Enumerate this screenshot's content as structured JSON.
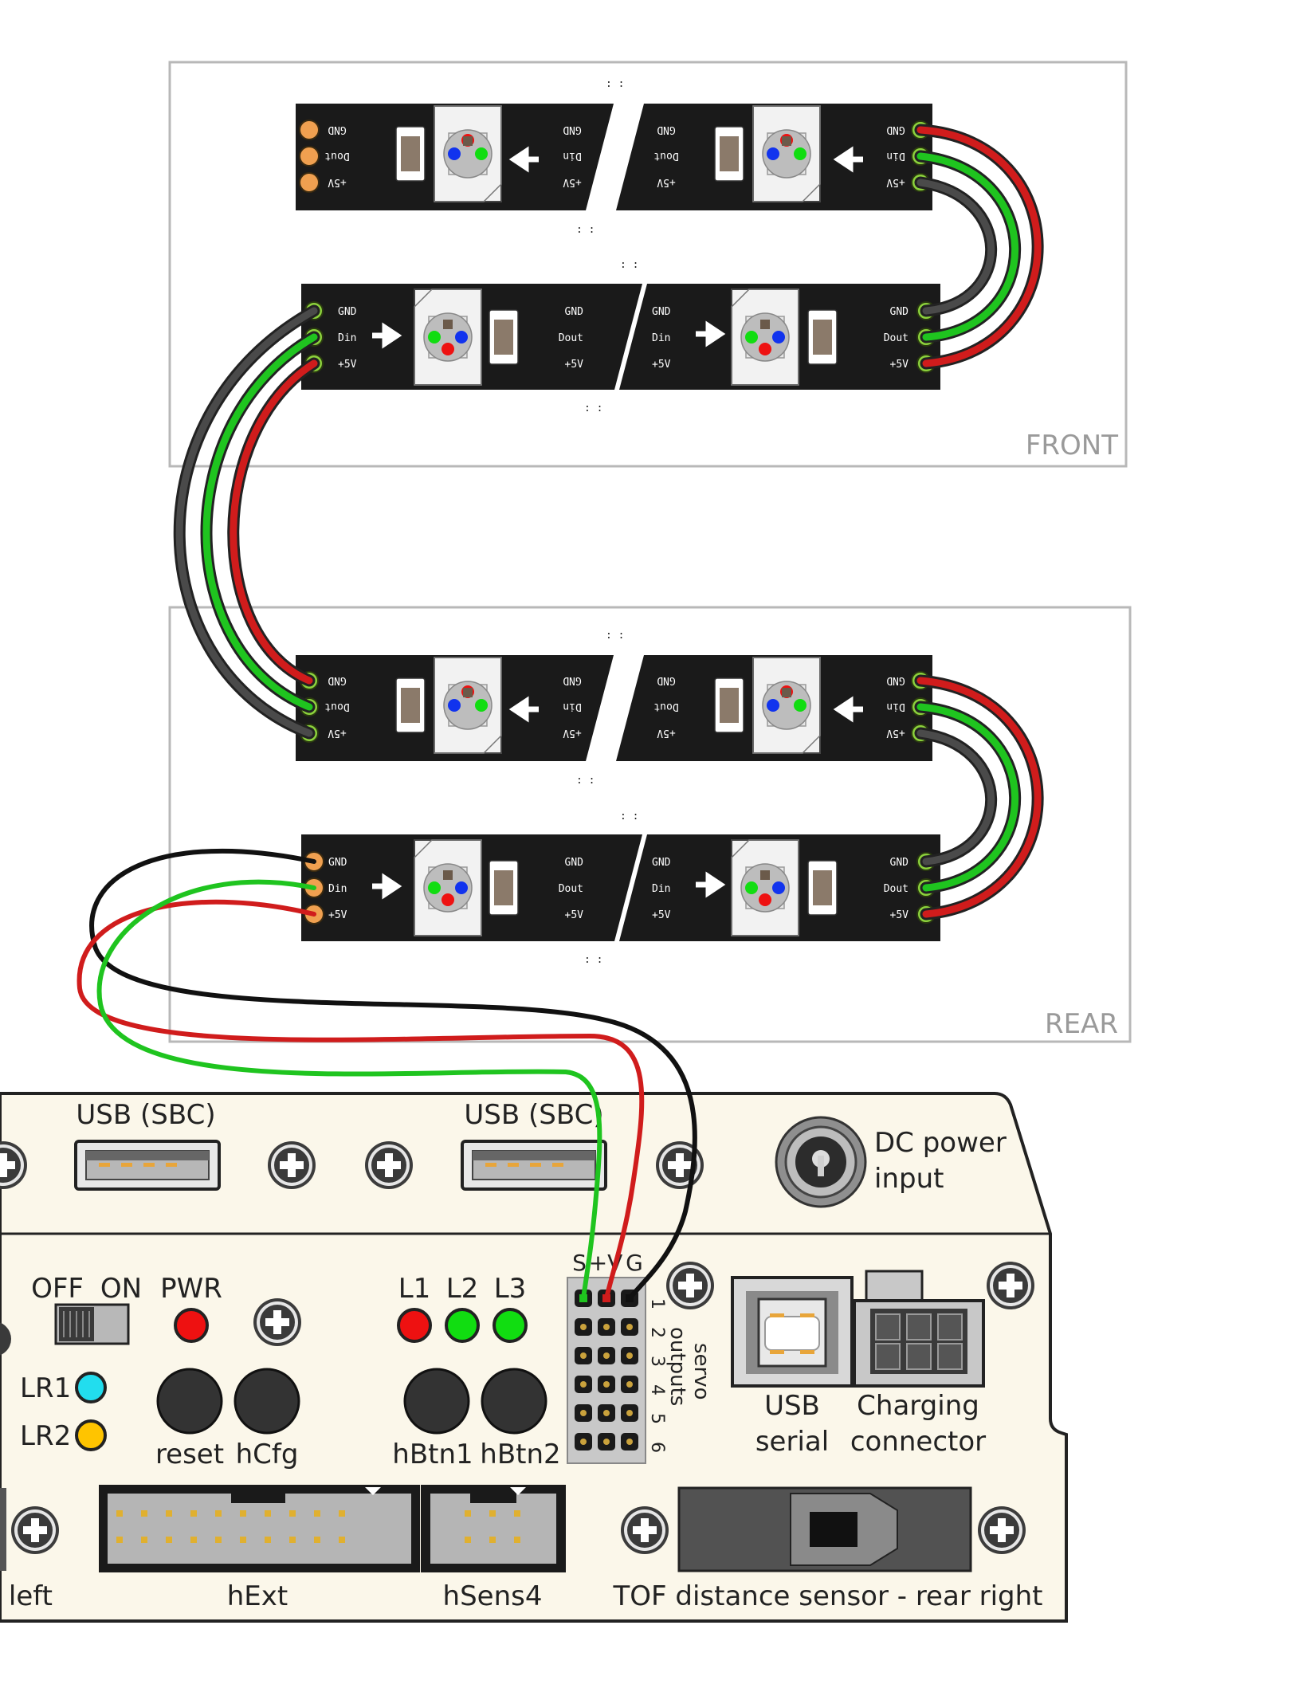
{
  "areas": {
    "front": "FRONT",
    "rear": "REAR"
  },
  "strip_pins": {
    "gnd": "GND",
    "din": "Din",
    "dout": "Dout",
    "v5": "+5V"
  },
  "board": {
    "usb1": "USB (SBC)",
    "usb2": "USB (SBC)",
    "dc_line1": "DC power",
    "dc_line2": "input",
    "off": "OFF",
    "on": "ON",
    "pwr": "PWR",
    "l1": "L1",
    "l2": "L2",
    "l3": "L3",
    "lr1": "LR1",
    "lr2": "LR2",
    "reset": "reset",
    "hcfg": "hCfg",
    "hbtn1": "hBtn1",
    "hbtn2": "hBtn2",
    "servo_s": "S",
    "servo_v": "+V",
    "servo_g": "G",
    "servo_nums": [
      "1",
      "2",
      "3",
      "4",
      "5",
      "6"
    ],
    "servo_line1": "servo",
    "servo_line2": "outputs",
    "usb_serial_1": "USB",
    "usb_serial_2": "serial",
    "charging_1": "Charging",
    "charging_2": "connector",
    "rear_left": "r left",
    "hext": "hExt",
    "hsens4": "hSens4",
    "tof": "TOF distance sensor - rear right"
  },
  "colors": {
    "wire_red": "#d01c1c",
    "wire_green": "#1fc41f",
    "wire_black": "#222222",
    "strip": "#1a1a1a",
    "board": "#fbf7ea",
    "led_red": "#ee1111",
    "led_green": "#11dd11",
    "led_cyan": "#22ddee",
    "led_yellow": "#ffc400",
    "pad_orange": "#f0a050",
    "pad_green": "#8cd23c"
  }
}
